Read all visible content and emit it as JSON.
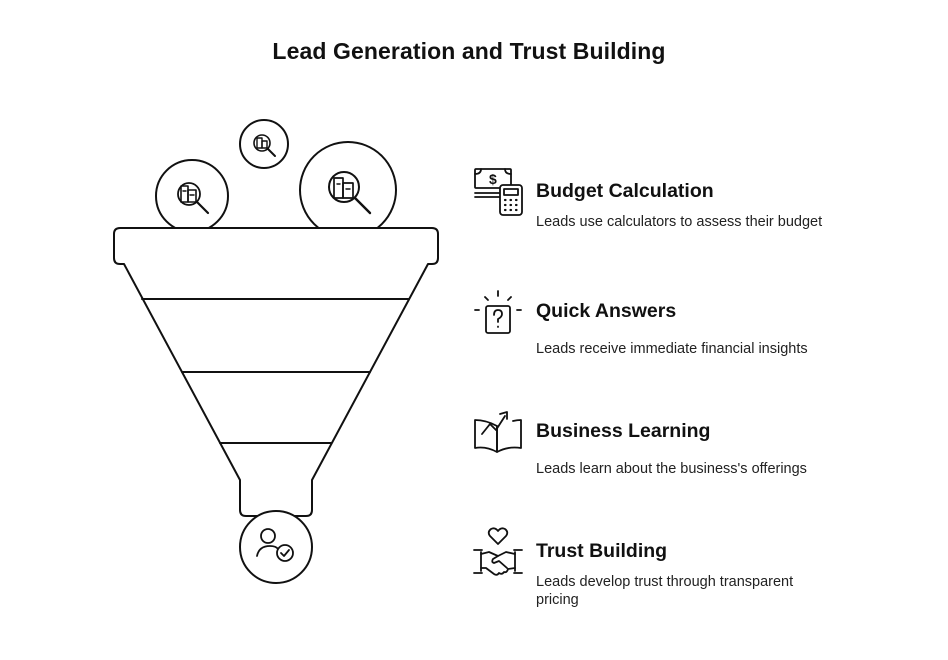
{
  "title": "Lead Generation and Trust Building",
  "funnel": {
    "top_icons": [
      "magnifier-chart-icon",
      "magnifier-chart-icon",
      "magnifier-chart-icon"
    ],
    "bottom_icon": "user-check-icon"
  },
  "steps": [
    {
      "heading": "Budget Calculation",
      "description": "Leads use calculators to assess their budget",
      "icon": "money-calculator-icon"
    },
    {
      "heading": "Quick Answers",
      "description": "Leads receive immediate financial insights",
      "icon": "question-box-icon"
    },
    {
      "heading": "Business Learning",
      "description": "Leads learn about the business's offerings",
      "icon": "book-growth-icon"
    },
    {
      "heading": "Trust Building",
      "description": "Leads develop trust through transparent pricing",
      "icon": "handshake-heart-icon"
    }
  ]
}
